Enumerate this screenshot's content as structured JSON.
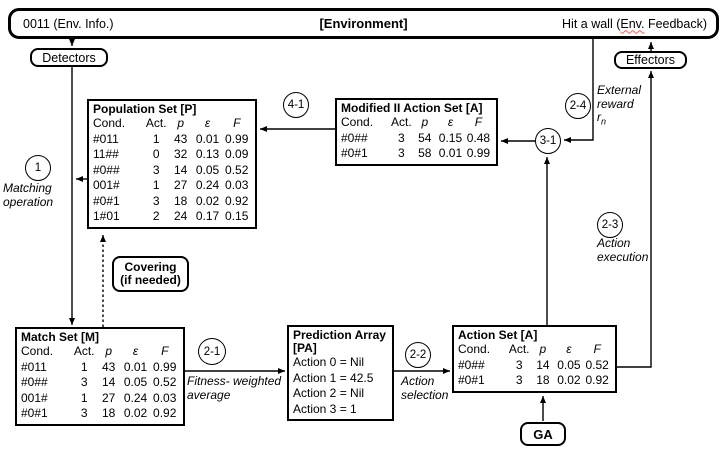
{
  "environment_bar": {
    "left": "0011 (Env. Info.)",
    "center": "[Environment]",
    "right_pre": "Hit a wall (",
    "right_misspelled": "Env.",
    "right_post": " Feedback)"
  },
  "nodes": {
    "detectors": "Detectors",
    "effectors": "Effectors",
    "covering_line1": "Covering",
    "covering_line2": "(if needed)",
    "ga": "GA"
  },
  "tables": {
    "population": {
      "title": "Population Set [P]",
      "headers": [
        "Cond.",
        "Act.",
        "p",
        "ε",
        "F"
      ],
      "rows": [
        [
          "#011",
          "1",
          "43",
          "0.01",
          "0.99"
        ],
        [
          "11##",
          "0",
          "32",
          "0.13",
          "0.09"
        ],
        [
          "#0##",
          "3",
          "14",
          "0.05",
          "0.52"
        ],
        [
          "001#",
          "1",
          "27",
          "0.24",
          "0.03"
        ],
        [
          "#0#1",
          "3",
          "18",
          "0.02",
          "0.92"
        ],
        [
          "1#01",
          "2",
          "24",
          "0.17",
          "0.15"
        ]
      ]
    },
    "modified": {
      "title": "Modified II Action Set [A]",
      "headers": [
        "Cond.",
        "Act.",
        "p",
        "ε",
        "F"
      ],
      "rows": [
        [
          "#0##",
          "3",
          "54",
          "0.15",
          "0.48"
        ],
        [
          "#0#1",
          "3",
          "58",
          "0.01",
          "0.99"
        ]
      ]
    },
    "match": {
      "title": "Match Set [M]",
      "headers": [
        "Cond.",
        "Act.",
        "p",
        "ε",
        "F"
      ],
      "rows": [
        [
          "#011",
          "1",
          "43",
          "0.01",
          "0.99"
        ],
        [
          "#0##",
          "3",
          "14",
          "0.05",
          "0.52"
        ],
        [
          "001#",
          "1",
          "27",
          "0.24",
          "0.03"
        ],
        [
          "#0#1",
          "3",
          "18",
          "0.02",
          "0.92"
        ]
      ]
    },
    "action": {
      "title": "Action Set [A]",
      "headers": [
        "Cond.",
        "Act.",
        "p",
        "ε",
        "F"
      ],
      "rows": [
        [
          "#0##",
          "3",
          "14",
          "0.05",
          "0.52"
        ],
        [
          "#0#1",
          "3",
          "18",
          "0.02",
          "0.92"
        ]
      ]
    }
  },
  "prediction_array": {
    "title1": "Prediction Array",
    "title2": "[PA]",
    "entries": [
      "Action 0 = Nil",
      "Action 1 = 42.5",
      "Action 2 = Nil",
      "Action 3 = 1"
    ]
  },
  "annotations": {
    "step1": {
      "circle": "1",
      "line1": "Matching",
      "line2": "operation"
    },
    "step21": {
      "circle": "2-1",
      "line1": "Fitness- weighted",
      "line2": "average"
    },
    "step22": {
      "circle": "2-2",
      "line1": "Action",
      "line2": "selection"
    },
    "step23": {
      "circle": "2-3",
      "line1": "Action",
      "line2": "execution"
    },
    "step24": {
      "circle": "2-4",
      "line1": "External",
      "line2": "reward",
      "sym": "r",
      "sym_sub": "n"
    },
    "step31": {
      "circle": "3-1"
    },
    "step41": {
      "circle": "4-1"
    }
  },
  "colors": {
    "line": "#000000",
    "spellcheck_underline": "#ff5555",
    "background": "#ffffff"
  }
}
